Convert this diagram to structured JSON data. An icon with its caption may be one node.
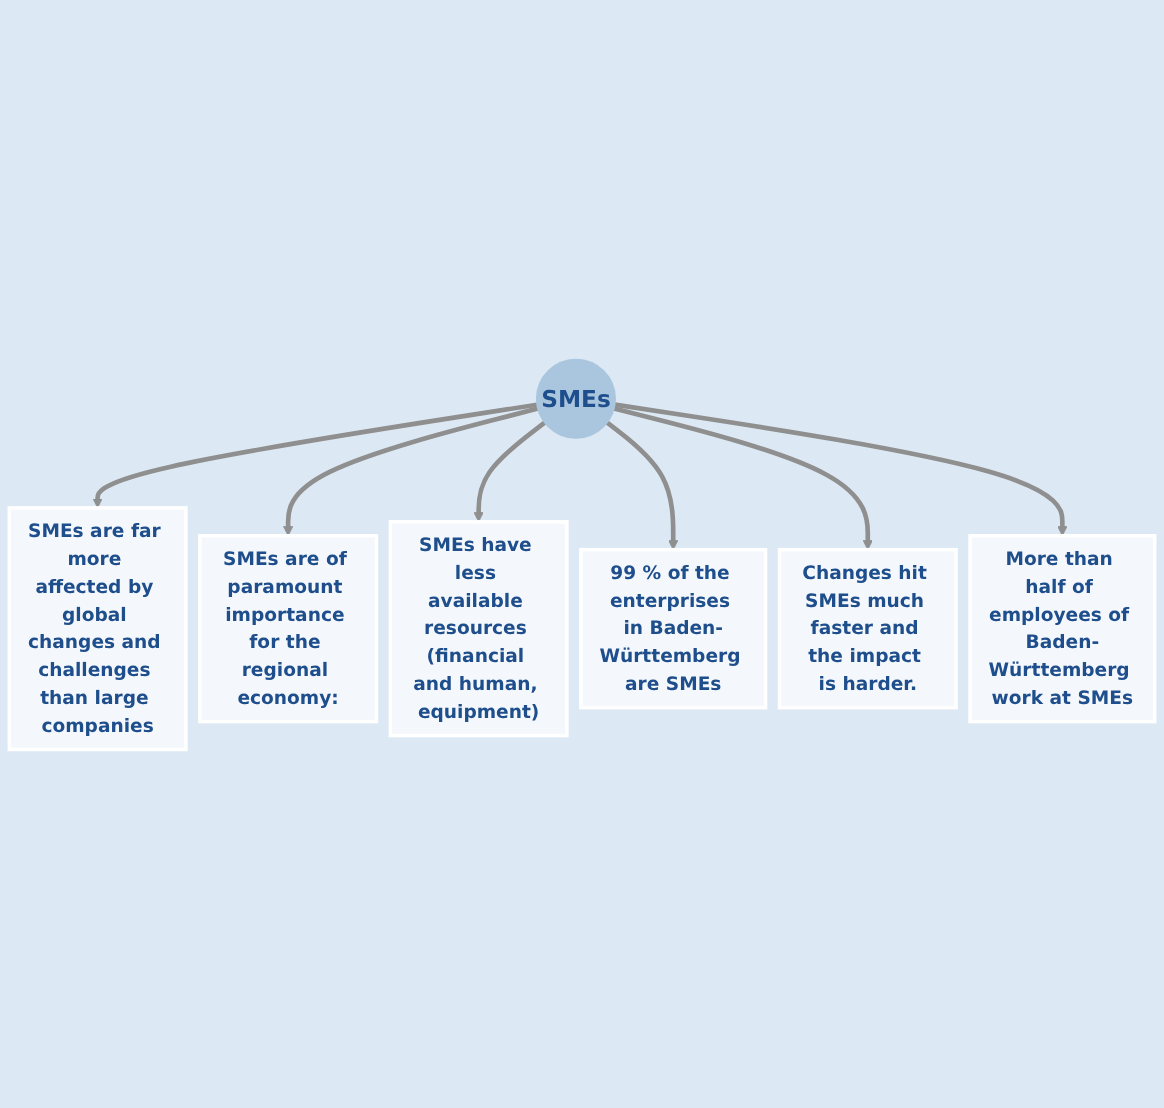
{
  "diagram": {
    "nodes": [
      {
        "text": [
          "SMEs"
        ]
      },
      {
        "text": [
          "SMEs are far more affected by global changes and challenges than large companies"
        ]
      },
      {
        "text": [
          "SMEs are of paramount importance for the regional economy:"
        ]
      },
      {
        "text": [
          "SMEs have less available resources (financial and human, equipment)"
        ]
      },
      {
        "text": [
          "99 % of the enterprises in Baden-Württemberg are SMEs"
        ]
      },
      {
        "text": [
          "Changes hit SMEs much faster and the impact is harder."
        ]
      },
      {
        "text": [
          "More than half of employees of Baden-Württemberg work at SMEs"
        ]
      }
    ],
    "edges": [
      {
        "from": 0,
        "to": 1,
        "arrow": "to"
      },
      {
        "from": 0,
        "to": 2,
        "arrow": "to"
      },
      {
        "from": 0,
        "to": 3,
        "arrow": "to"
      },
      {
        "from": 0,
        "to": 4,
        "arrow": "to"
      },
      {
        "from": 0,
        "to": 5,
        "arrow": "to"
      },
      {
        "from": 0,
        "to": 6,
        "arrow": "to"
      }
    ]
  }
}
